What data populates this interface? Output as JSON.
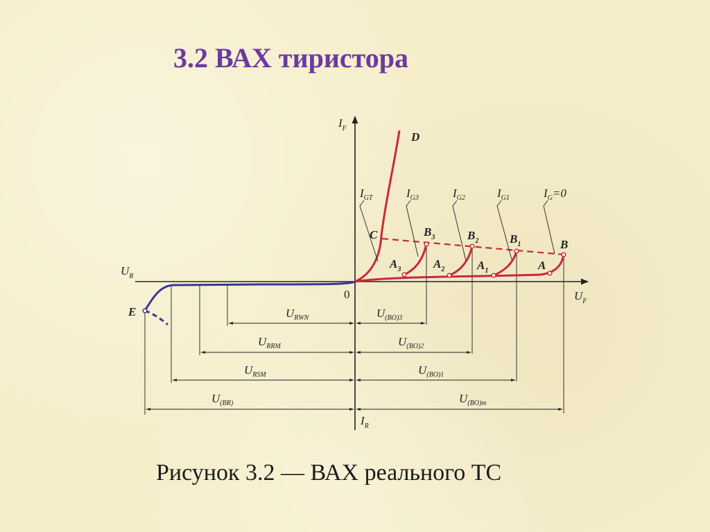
{
  "title": "3.2  ВАХ тиристора",
  "caption": "Рисунок 3.2 — ВАХ реального ТС",
  "axes": {
    "if_main": "I",
    "if_sub": "F",
    "ir_main": "I",
    "ir_sub": "R",
    "uf_main": "U",
    "uf_sub": "F",
    "ur_main": "U",
    "ur_sub": "R",
    "origin": "0"
  },
  "points": {
    "D": "D",
    "C": "C",
    "E": "E",
    "B": "B",
    "B1": "B",
    "B1_sub": "1",
    "B2": "B",
    "B2_sub": "2",
    "B3": "B",
    "B3_sub": "3",
    "A": "A",
    "A1": "A",
    "A1_sub": "1",
    "A2": "A",
    "A2_sub": "2",
    "A3": "A",
    "A3_sub": "3"
  },
  "gate_labels": {
    "igt_main": "I",
    "igt_sub": "GT",
    "ig3_main": "I",
    "ig3_sub": "G3",
    "ig2_main": "I",
    "ig2_sub": "G2",
    "ig1_main": "I",
    "ig1_sub": "G1",
    "ig0_main": "I",
    "ig0_sub": "G",
    "ig0_tail": "=0"
  },
  "dimensions": {
    "urwn_main": "U",
    "urwn_sub": "RWN",
    "urrm_main": "U",
    "urrm_sub": "RRM",
    "ursm_main": "U",
    "ursm_sub": "RSM",
    "ubr_main": "U",
    "ubr_sub": "(BR)",
    "ubo3_main": "U",
    "ubo3_sub": "(BO)3",
    "ubo2_main": "U",
    "ubo2_sub": "(BO)2",
    "ubo1_main": "U",
    "ubo1_sub": "(BO)1",
    "ubom_main": "U",
    "ubom_sub": "(BO)m"
  },
  "colors": {
    "forward_curve": "#c8283c",
    "reverse_curve": "#3a3590",
    "title": "#6b3aa0"
  }
}
